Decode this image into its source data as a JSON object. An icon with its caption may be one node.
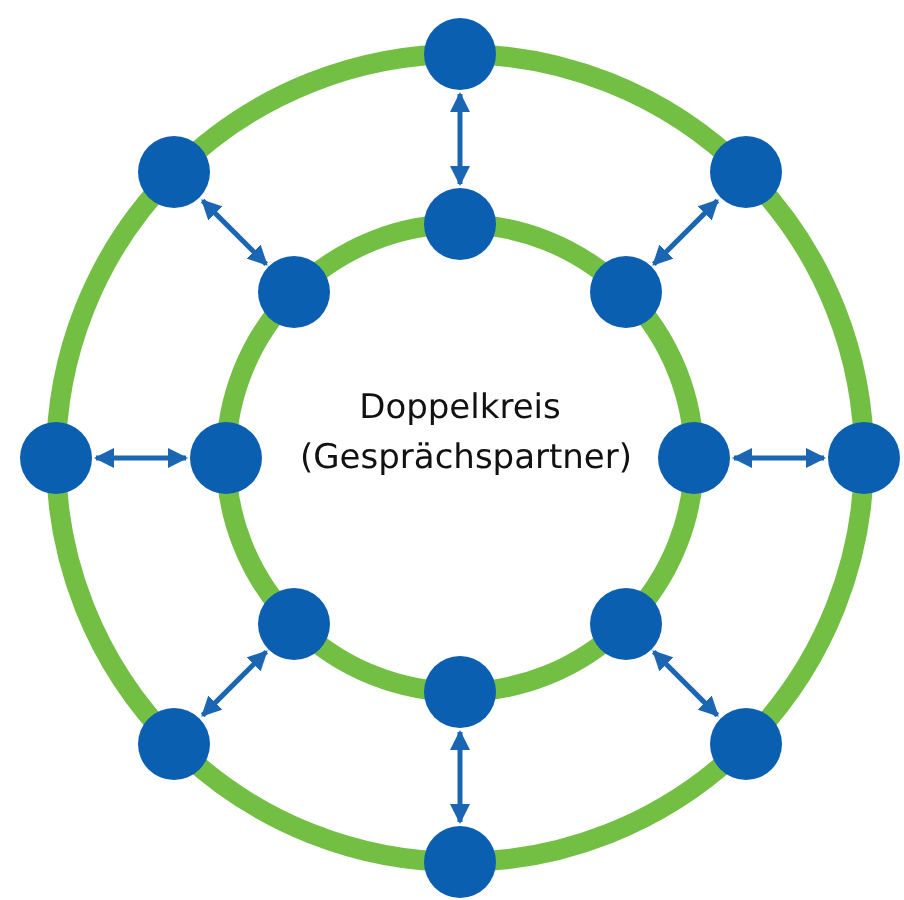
{
  "diagram": {
    "nodes": [
      {
        "text": [],
        "shape": "circle"
      },
      {
        "text": [],
        "shape": "circle"
      },
      {
        "text": [],
        "shape": "circle"
      },
      {
        "text": [],
        "shape": "circle"
      },
      {
        "text": [],
        "shape": "circle"
      },
      {
        "text": [],
        "shape": "circle"
      },
      {
        "text": [],
        "shape": "circle"
      },
      {
        "text": [],
        "shape": "circle"
      },
      {
        "text": [],
        "shape": "circle"
      },
      {
        "text": [],
        "shape": "circle"
      },
      {
        "text": [],
        "shape": "circle"
      },
      {
        "text": [],
        "shape": "circle"
      },
      {
        "text": [],
        "shape": "circle"
      },
      {
        "text": [],
        "shape": "circle"
      },
      {
        "text": [],
        "shape": "circle"
      },
      {
        "text": [],
        "shape": "circle"
      }
    ],
    "edges": [
      {
        "from": 8,
        "to": 0,
        "arrow": "both"
      },
      {
        "from": 9,
        "to": 1,
        "arrow": "both"
      },
      {
        "from": 10,
        "to": 2,
        "arrow": "both"
      },
      {
        "from": 11,
        "to": 3,
        "arrow": "both"
      },
      {
        "from": 12,
        "to": 4,
        "arrow": "both"
      },
      {
        "from": 13,
        "to": 5,
        "arrow": "both"
      },
      {
        "from": 14,
        "to": 6,
        "arrow": "both"
      },
      {
        "from": 15,
        "to": 7,
        "arrow": "both"
      }
    ],
    "labels": [
      "Doppelkreis (Gesprächspartner)"
    ]
  }
}
